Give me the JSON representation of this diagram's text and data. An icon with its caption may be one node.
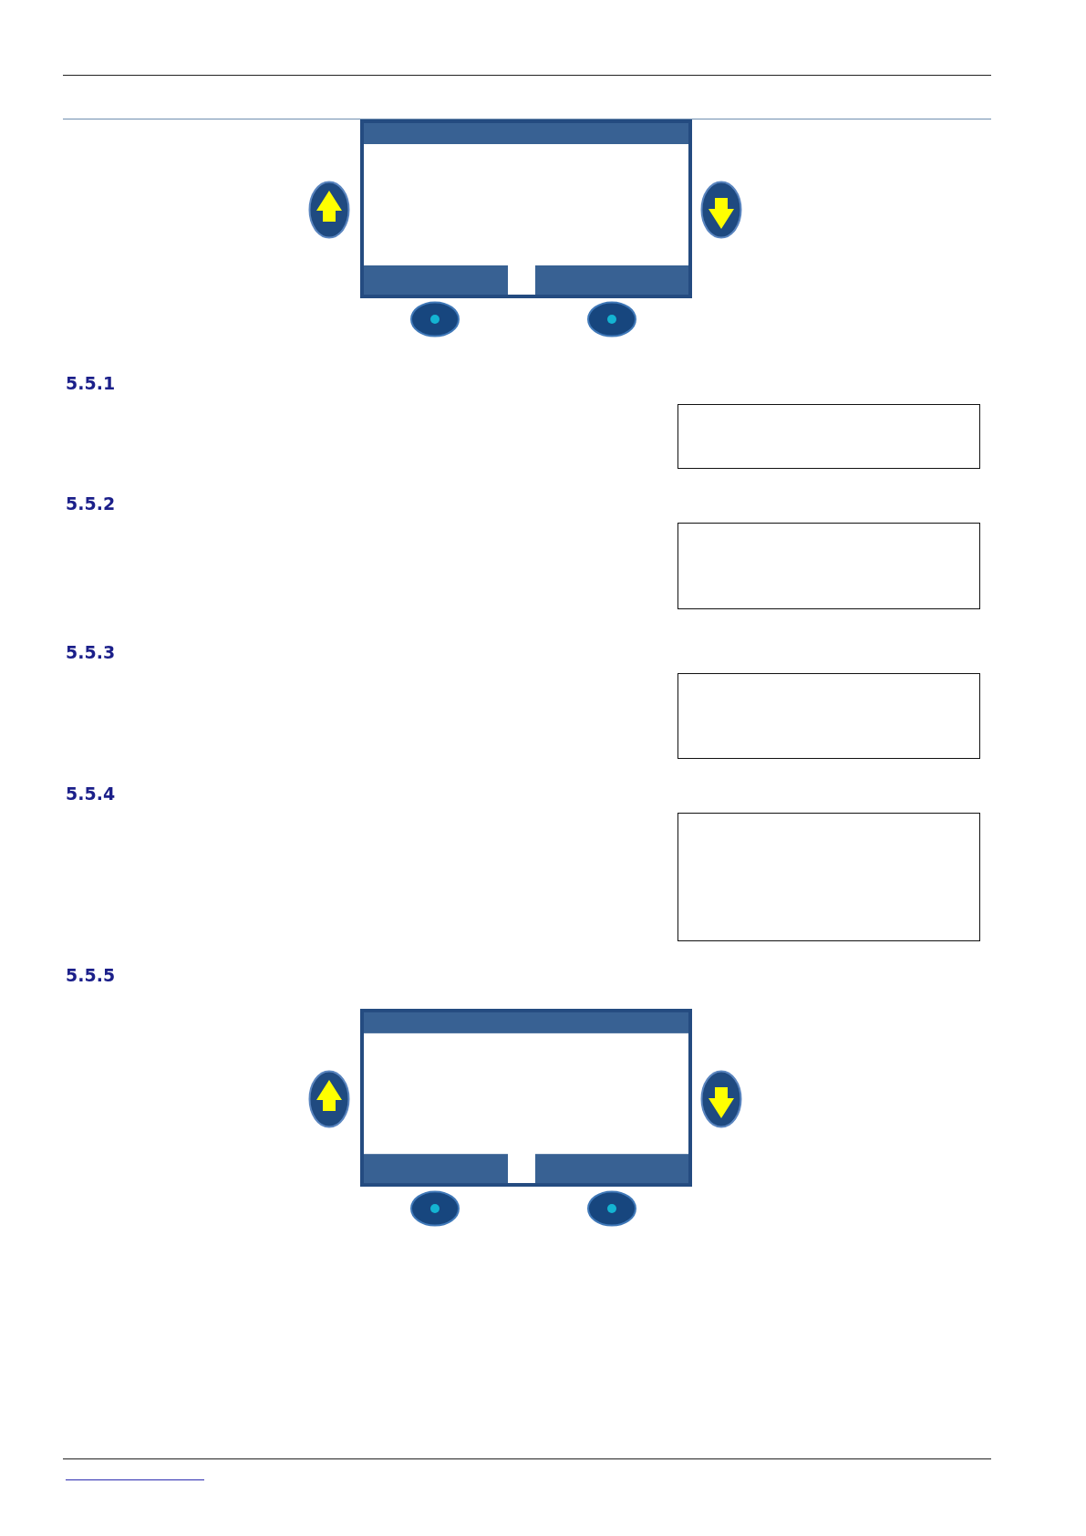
{
  "diagram": {
    "nodes": [
      {
        "text": [],
        "shape": "picture"
      },
      {
        "text": [],
        "shape": "box"
      },
      {
        "text": [],
        "shape": "box"
      },
      {
        "text": [],
        "shape": "box"
      },
      {
        "text": [],
        "shape": "box"
      },
      {
        "text": [],
        "shape": "picture"
      }
    ],
    "labels": [
      "5.5.1",
      "5.5.2",
      "5.5.3",
      "5.5.4",
      "5.5.5"
    ]
  }
}
